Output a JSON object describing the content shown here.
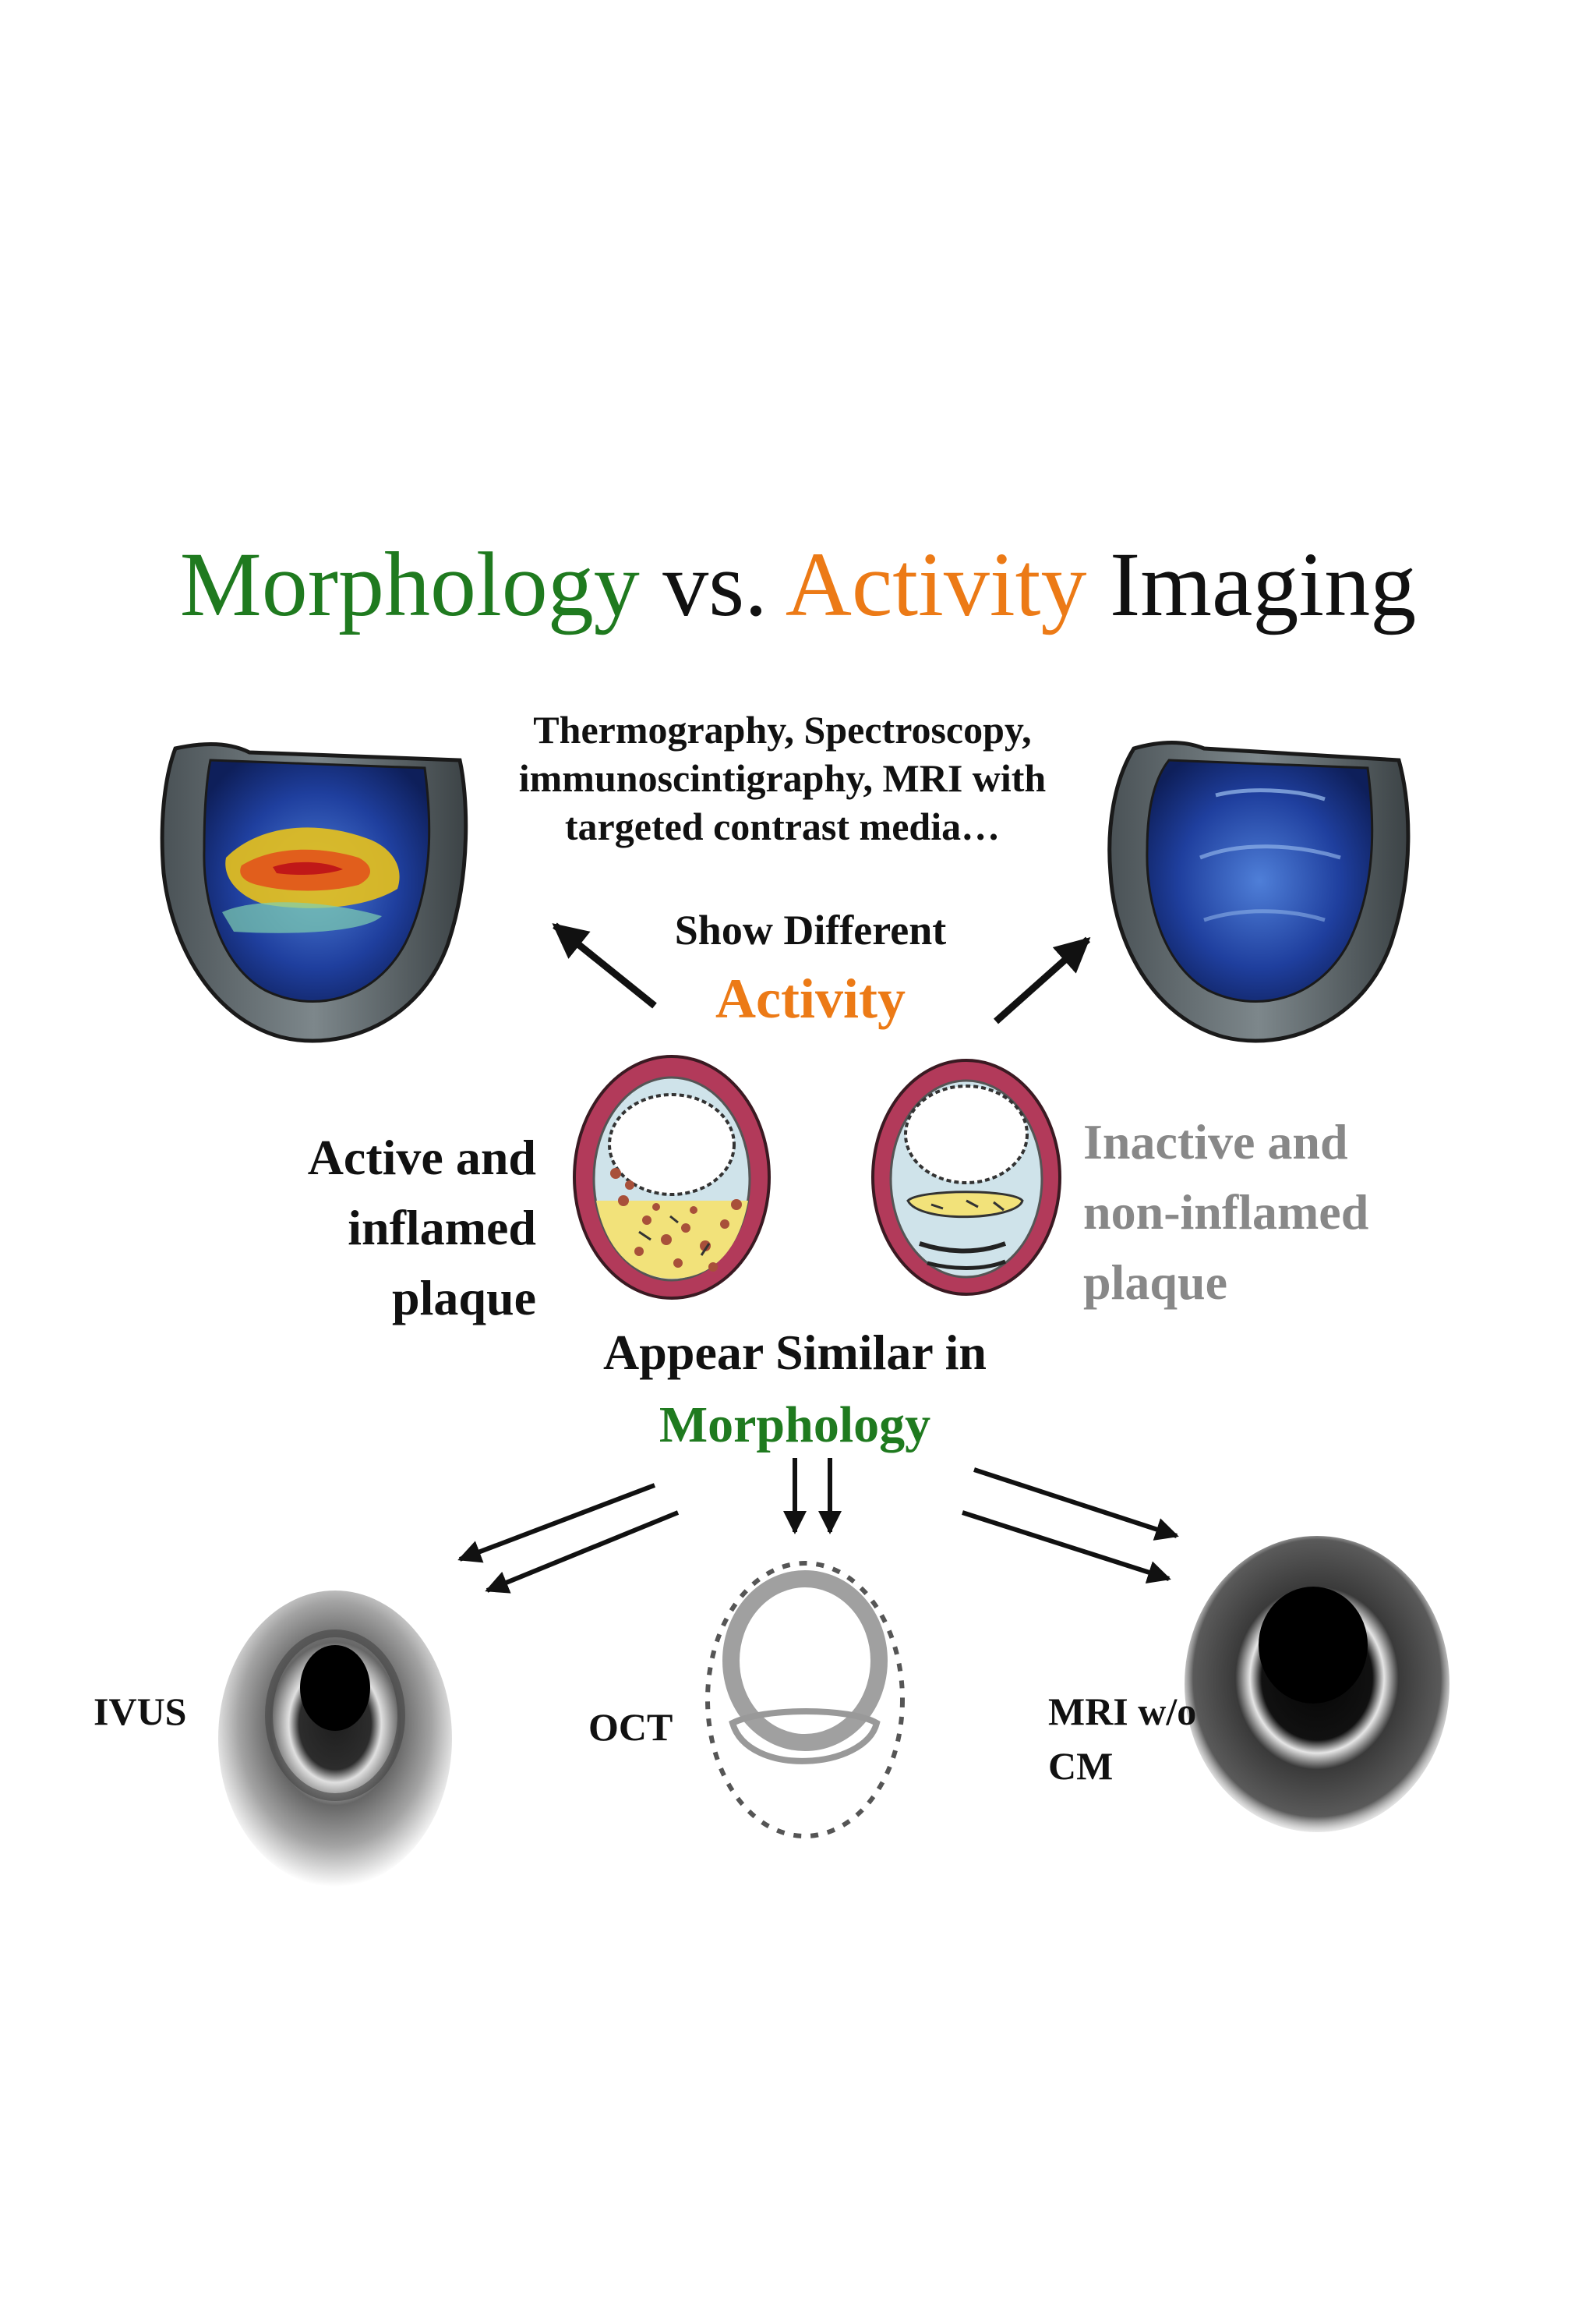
{
  "title": {
    "word1": "Morphology",
    "word2": " vs. ",
    "word3": "Activity",
    "word4": " Imaging"
  },
  "colors": {
    "morphology": "#1f7a1f",
    "activity": "#ec7a16",
    "inactive_label": "#888888"
  },
  "activity_methods": "Thermography, Spectroscopy, immunoscintigraphy, MRI with targeted contrast media…",
  "show_different": "Show Different",
  "activity_word": "Activity",
  "active_plaque": "Active and inflamed plaque",
  "inactive_plaque": "Inactive and non-inflamed plaque",
  "appear_similar": "Appear Similar in",
  "morphology_word": "Morphology",
  "modalities": {
    "ivus": "IVUS",
    "oct": "OCT",
    "mri": "MRI w/o CM"
  },
  "illustrations": [
    "hot-vessel-segment",
    "cool-vessel-segment",
    "active-plaque-cross-section",
    "inactive-plaque-cross-section",
    "ivus-image",
    "oct-image",
    "mri-image"
  ]
}
